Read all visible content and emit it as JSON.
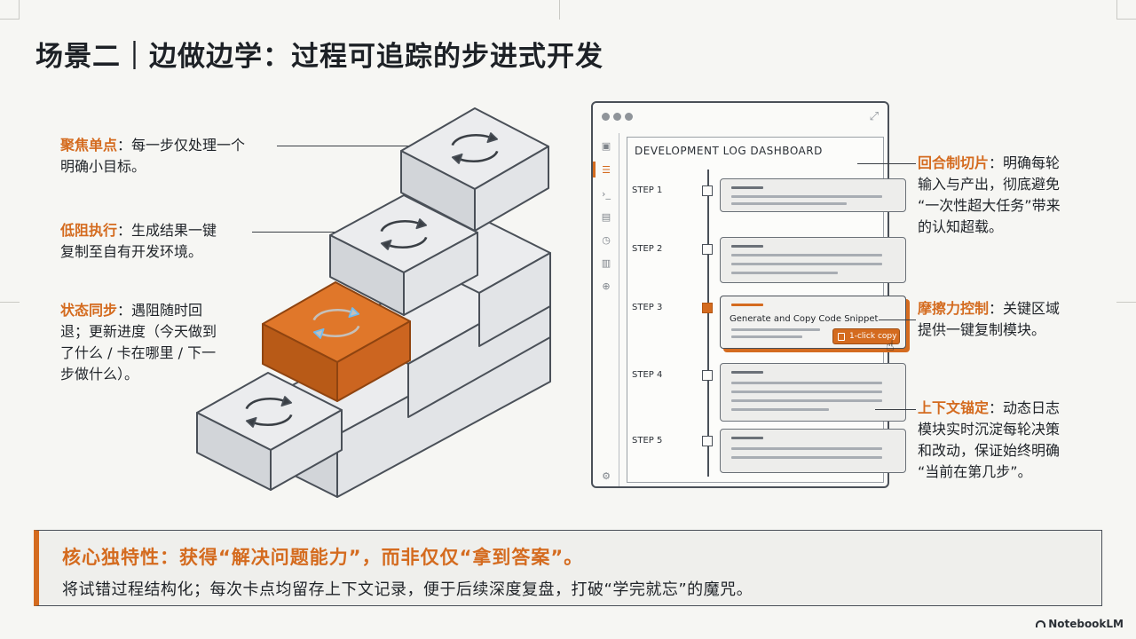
{
  "title": "场景二｜边做边学：过程可追踪的步进式开发",
  "left_annotations": [
    {
      "key": "聚焦单点",
      "sep": "：",
      "lines": [
        "每一步仅处理一个",
        "明确小目标。"
      ]
    },
    {
      "key": "低阻执行",
      "sep": "：",
      "lines": [
        "生成结果一键",
        "复制至自有开发环境。"
      ]
    },
    {
      "key": "状态同步",
      "sep": "：",
      "lines": [
        "遇阻随时回",
        "退；更新进度（今天做到",
        "了什么 / 卡在哪里 / 下一",
        "步做什么）。"
      ]
    }
  ],
  "right_annotations": [
    {
      "key": "回合制切片",
      "sep": "：",
      "lines": [
        "明确每轮",
        "输入与产出，彻底避免",
        "“一次性超大任务”带来",
        "的认知超载。"
      ]
    },
    {
      "key": "摩擦力控制",
      "sep": "：",
      "lines": [
        "关键区域",
        "提供一键复制模块。"
      ]
    },
    {
      "key": "上下文锚定",
      "sep": "：",
      "lines": [
        "动态日志",
        "模块实时沉淀每轮决策",
        "和改动，保证始终明确",
        "“当前在第几步”。"
      ]
    }
  ],
  "dashboard": {
    "title": "DEVELOPMENT LOG DASHBOARD",
    "steps": [
      {
        "label": "STEP 1",
        "active": false
      },
      {
        "label": "STEP 2",
        "active": false
      },
      {
        "label": "STEP 3",
        "active": true,
        "card_title": "Generate and Copy Code Snippet",
        "button": "1-click copy"
      },
      {
        "label": "STEP 4",
        "active": false
      },
      {
        "label": "STEP 5",
        "active": false
      }
    ],
    "icons": [
      "window-dots-icon",
      "expand-icon",
      "logo-icon",
      "list-icon",
      "terminal-icon",
      "table-icon",
      "clock-icon",
      "chart-icon",
      "settings-icon",
      "gear-icon"
    ]
  },
  "core": {
    "headline": "核心独特性：获得“解决问题能力”，而非仅仅“拿到答案”。",
    "body": "将试错过程结构化；每次卡点均留存上下文记录，便于后续深度复盘，打破“学完就忘”的魔咒。"
  },
  "brand": "NotebookLM",
  "colors": {
    "accent": "#d46b1f",
    "frame": "#4a5058",
    "block_face": "#ebecee",
    "block_side": "#d2d5d9",
    "background": "#f6f6f3"
  }
}
